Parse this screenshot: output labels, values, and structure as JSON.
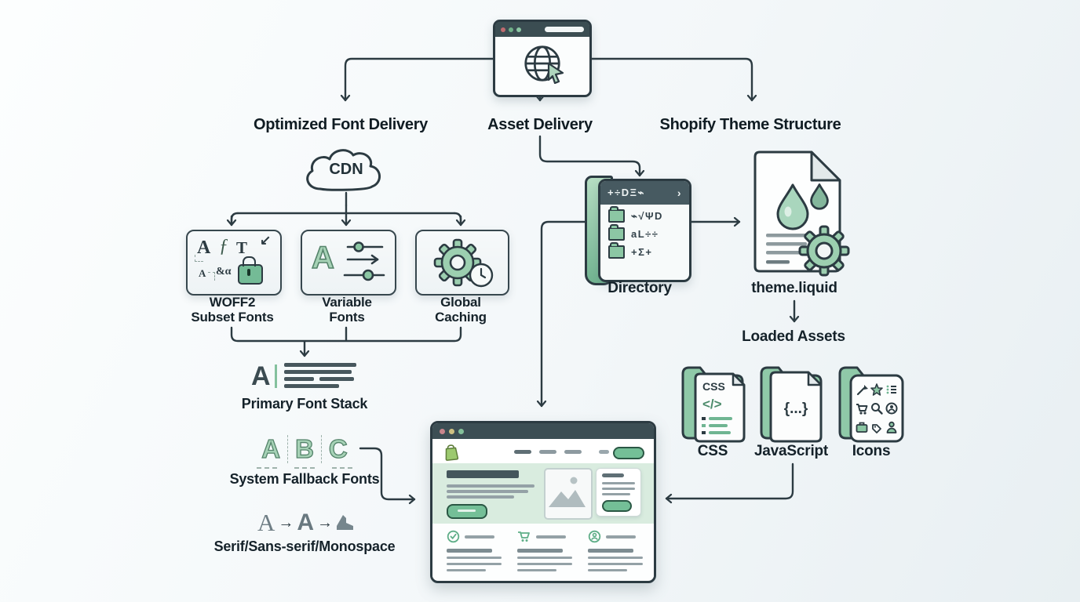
{
  "title": "Shopify theme font and asset delivery diagram",
  "colors": {
    "outline": "#2c3b42",
    "heading_text": "#101c23",
    "green": "#8cc7a4",
    "green_deep": "#54836a",
    "green_button": "#6fbe96",
    "panel_fill": "#f3f7f8",
    "header_dark": "#42545b",
    "hero_bg": "#d9ecdf",
    "gray_line": "#94a1a6",
    "shopify_bag_green": "#9cc96f"
  },
  "top_browser": {
    "icon": "globe-cursor-icon"
  },
  "headings": {
    "left": "Optimized Font Delivery",
    "center": "Asset Delivery",
    "right": "Shopify Theme Structure"
  },
  "cdn": {
    "label": "CDN"
  },
  "font_boxes": [
    {
      "line1": "WOFF2",
      "line2": "Subset Fonts",
      "icon": "font-subset-lock-icon",
      "glyph_a": "A",
      "glyph_f": "ƒ",
      "glyph_t": "T",
      "glyph_small_a": "A",
      "glyph_amp": "&α",
      "glyph_arrow": "↙"
    },
    {
      "line1": "Variable",
      "line2": "Fonts",
      "icon": "variable-font-sliders-icon",
      "glyph": "A"
    },
    {
      "line1": "Global",
      "line2": "Caching",
      "icon": "gear-clock-icon"
    }
  ],
  "primary_font_stack": {
    "label": "Primary Font Stack",
    "glyph": "A"
  },
  "system_fallback": {
    "label": "System Fallback Fonts",
    "letters": [
      "A",
      "B",
      "C"
    ]
  },
  "generic_families": {
    "label": "Serif/Sans-serif/Monospace",
    "serif_glyph": "A",
    "arrow": "→",
    "sans_glyph": "A"
  },
  "directory": {
    "label": "Directory",
    "header_text": "+÷DΞ⌁",
    "header_chevron": "›",
    "rows": [
      "⌁√ΨD",
      "aL÷÷",
      "+Σ+"
    ]
  },
  "theme_liquid": {
    "label": "theme.liquid",
    "icon": "liquid-droplets-gear-document-icon"
  },
  "loaded_assets": {
    "label": "Loaded Assets",
    "folders": [
      {
        "label": "CSS",
        "doc_title": "CSS",
        "code_glyph": "</>"
      },
      {
        "label": "JavaScript",
        "brace_glyph": "{...}"
      },
      {
        "label": "Icons",
        "icon_grid": [
          "pen-icon",
          "star-icon",
          "list-icon",
          "cart-icon",
          "search-icon",
          "user-badge-icon",
          "briefcase-icon",
          "tag-icon",
          "user-icon"
        ]
      }
    ]
  },
  "storefront_mockup": {
    "logo_icon": "shopify-bag-icon",
    "feature_icons": [
      "check-circle-icon",
      "cart-icon",
      "user-circle-icon"
    ]
  }
}
